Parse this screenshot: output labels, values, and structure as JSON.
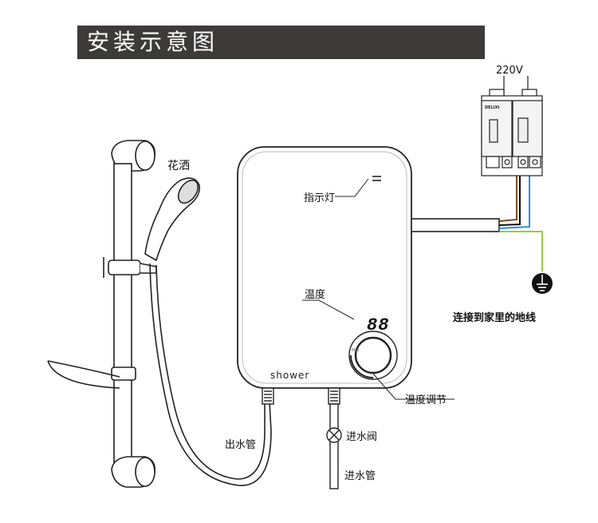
{
  "title": "安装示意图",
  "voltage": "220V",
  "labels": {
    "shower_head": "花洒",
    "indicator": "指示灯",
    "temperature": "温度",
    "temp_adjust": "温度调节",
    "outlet_pipe": "出水管",
    "inlet_valve": "进水阀",
    "inlet_pipe": "进水管",
    "ground_note": "连接到家里的地线"
  },
  "device": {
    "brand": "shower",
    "display": "88"
  },
  "breaker": {
    "brand": "DELIXI"
  },
  "colors": {
    "title_bg": "#3d3a3a",
    "wire_brown": "#7a4a1e",
    "wire_blue": "#2f8fd8",
    "wire_ground": "#9acd32"
  }
}
